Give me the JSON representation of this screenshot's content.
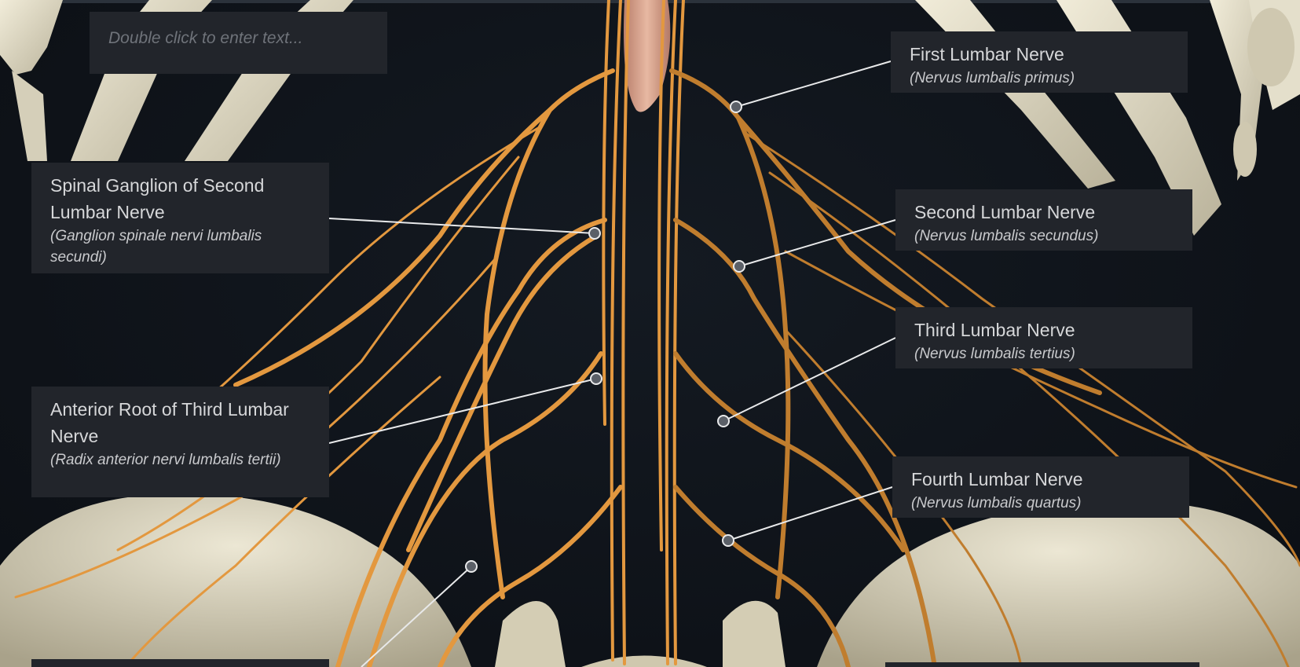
{
  "note": {
    "placeholder": "Double click to enter text..."
  },
  "labels": {
    "first_lumbar_nerve": {
      "name": "First Lumbar Nerve",
      "latin": "(Nervus lumbalis primus)"
    },
    "spinal_ganglion_second": {
      "name": "Spinal Ganglion of Second Lumbar Nerve",
      "latin": "(Ganglion spinale nervi lumbalis secundi)"
    },
    "second_lumbar_nerve": {
      "name": "Second Lumbar Nerve",
      "latin": "(Nervus lumbalis secundus)"
    },
    "third_lumbar_nerve": {
      "name": "Third Lumbar Nerve",
      "latin": "(Nervus lumbalis tertius)"
    },
    "anterior_root_third": {
      "name": "Anterior Root of Third Lumbar Nerve",
      "latin": "(Radix anterior nervi lumbalis tertii)"
    },
    "fourth_lumbar_nerve": {
      "name": "Fourth Lumbar Nerve",
      "latin": "(Nervus lumbalis quartus)"
    }
  },
  "colors": {
    "background": "#0f141b",
    "nerve": "#e3983f",
    "nerve_dark": "#b87428",
    "bone": "#ddd8c4",
    "label_bg": "#22252b",
    "leader_line": "#e8e9ea"
  }
}
